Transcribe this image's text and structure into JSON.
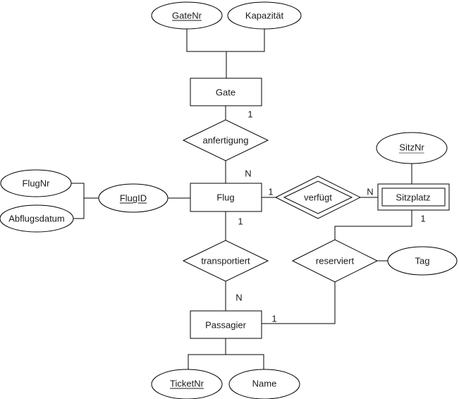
{
  "colors": {
    "background": "#ffffff",
    "line": "#000000",
    "text": "#1a1a1a"
  },
  "entities": {
    "gate": "Gate",
    "flug": "Flug",
    "sitzplatz": "Sitzplatz",
    "passagier": "Passagier"
  },
  "relationships": {
    "anfertigung": "anfertigung",
    "verfuegt": "verfügt",
    "transportiert": "transportiert",
    "reserviert": "reserviert"
  },
  "attributes": {
    "gatenr": "GateNr",
    "kapazitaet": "Kapazität",
    "flugnr": "FlugNr",
    "abflugsdatum": "Abflugsdatum",
    "flugid": "FlugID",
    "sitznr": "SitzNr",
    "tag": "Tag",
    "ticketnr": "TicketNr",
    "name": "Name"
  },
  "cardinalities": {
    "gate_anfertigung": "1",
    "anfertigung_flug": "N",
    "flug_verfuegt": "1",
    "verfuegt_sitzplatz": "N",
    "flug_transportiert": "1",
    "transportiert_passagier": "N",
    "sitzplatz_reserviert": "1",
    "passagier_reserviert": "1"
  }
}
